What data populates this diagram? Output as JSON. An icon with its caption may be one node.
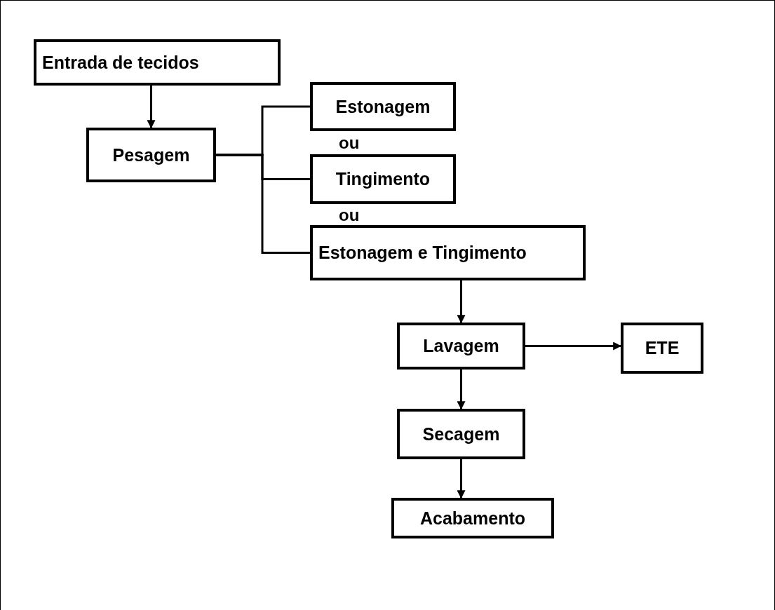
{
  "diagram": {
    "nodes": [
      {
        "text": [
          "Entrada de tecidos"
        ]
      },
      {
        "text": [
          "Pesagem"
        ]
      },
      {
        "text": [
          "Estonagem"
        ]
      },
      {
        "text": [
          "Tingimento"
        ]
      },
      {
        "text": [
          "Estonagem e Tingimento"
        ]
      },
      {
        "text": [
          "Lavagem"
        ]
      },
      {
        "text": [
          "ETE"
        ]
      },
      {
        "text": [
          "Secagem"
        ]
      },
      {
        "text": [
          "Acabamento"
        ]
      }
    ],
    "edges": [
      {
        "from": 0,
        "to": 1,
        "arrow": "to"
      },
      {
        "from": 1,
        "to": 2,
        "arrow": "none"
      },
      {
        "from": 1,
        "to": 3,
        "arrow": "none"
      },
      {
        "from": 1,
        "to": 4,
        "arrow": "none"
      },
      {
        "from": 4,
        "to": 5,
        "arrow": "to"
      },
      {
        "from": 5,
        "to": 6,
        "arrow": "to"
      },
      {
        "from": 5,
        "to": 7,
        "arrow": "to"
      },
      {
        "from": 7,
        "to": 8,
        "arrow": "to"
      }
    ],
    "labels": [
      "ou",
      "ou"
    ]
  }
}
